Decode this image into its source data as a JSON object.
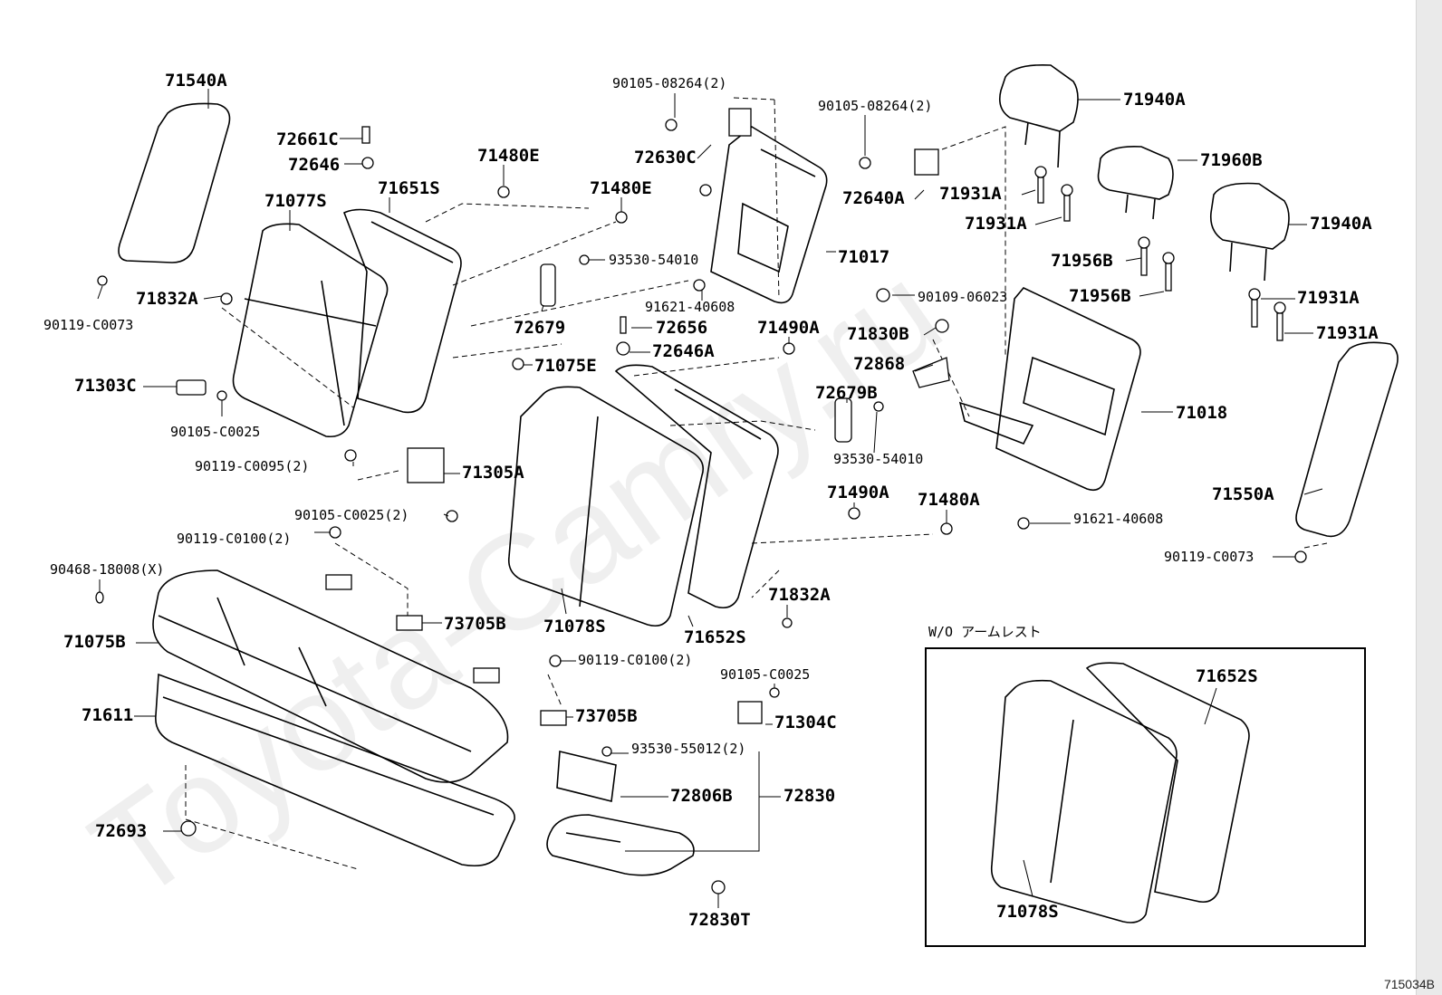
{
  "watermark": "Toyota-Camry.ru",
  "inset_title": "W/O アームレスト",
  "figure_code": "715034B",
  "labels": [
    "71540A",
    "72661C",
    "72646",
    "71480E",
    "71077S",
    "71651S",
    "71480E",
    "93530-54010",
    "90119-C0073",
    "71832A",
    "72679",
    "72656",
    "71490A",
    "72646A",
    "71075E",
    "71303C",
    "90105-C0025",
    "90119-C0095(2)",
    "71305A",
    "90105-C0025(2)",
    "90119-C0100(2)",
    "90468-18008(X)",
    "73705B",
    "71075B",
    "90119-C0100(2)",
    "73705B",
    "71611",
    "72693",
    "90105-08264(2)",
    "72630C",
    "71017",
    "91621-40608",
    "90105-08264(2)",
    "72640A",
    "90109-06023",
    "71830B",
    "72868",
    "72679B",
    "93530-54010",
    "71490A",
    "71480A",
    "71018",
    "91621-40608",
    "71832A",
    "71078S",
    "71652S",
    "90105-C0025",
    "71304C",
    "93530-55012(2)",
    "72806B",
    "72830",
    "72830T",
    "71940A",
    "71960B",
    "71931A",
    "71931A",
    "71956B",
    "71956B",
    "71940A",
    "71931A",
    "71931A",
    "71550A",
    "90119-C0073",
    "71652S",
    "71078S"
  ]
}
